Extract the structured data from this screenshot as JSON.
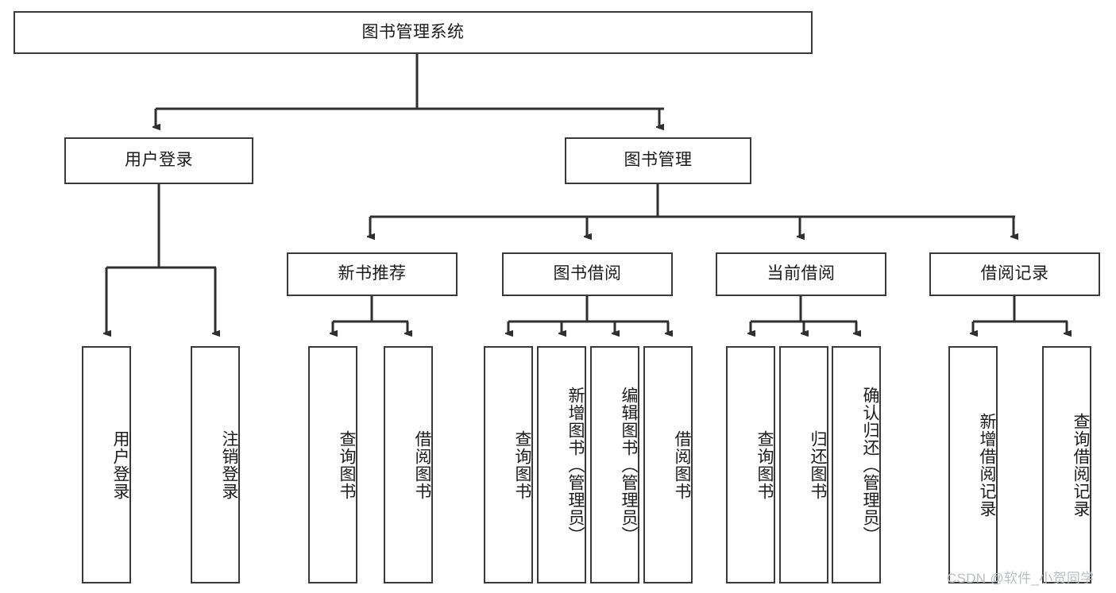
{
  "diagram": {
    "type": "tree-hierarchy",
    "title": "图书管理系统",
    "root": {
      "label": "图书管理系统"
    },
    "level2": [
      {
        "label": "用户登录"
      },
      {
        "label": "图书管理"
      }
    ],
    "level3": [
      {
        "label": "新书推荐"
      },
      {
        "label": "图书借阅"
      },
      {
        "label": "当前借阅"
      },
      {
        "label": "借阅记录"
      }
    ],
    "leaves": {
      "user_login": [
        {
          "label": "用户登录"
        },
        {
          "label": "注销登录"
        }
      ],
      "new_book_recommend": [
        {
          "label": "查询图书"
        },
        {
          "label": "借阅图书"
        }
      ],
      "book_borrow": [
        {
          "label": "查询图书"
        },
        {
          "label": "新增图书（管理员）"
        },
        {
          "label": "编辑图书（管理员）"
        },
        {
          "label": "借阅图书"
        }
      ],
      "current_borrow": [
        {
          "label": "查询图书"
        },
        {
          "label": "归还图书"
        },
        {
          "label": "确认归还（管理员）"
        }
      ],
      "borrow_record": [
        {
          "label": "新增借阅记录"
        },
        {
          "label": "查询借阅记录"
        }
      ]
    },
    "watermark": "CSDN @软件_小贺同学",
    "colors": {
      "stroke": "#393939",
      "text": "#1b1b1b",
      "background": "#ffffff",
      "watermark": "#b9bdc2"
    }
  }
}
